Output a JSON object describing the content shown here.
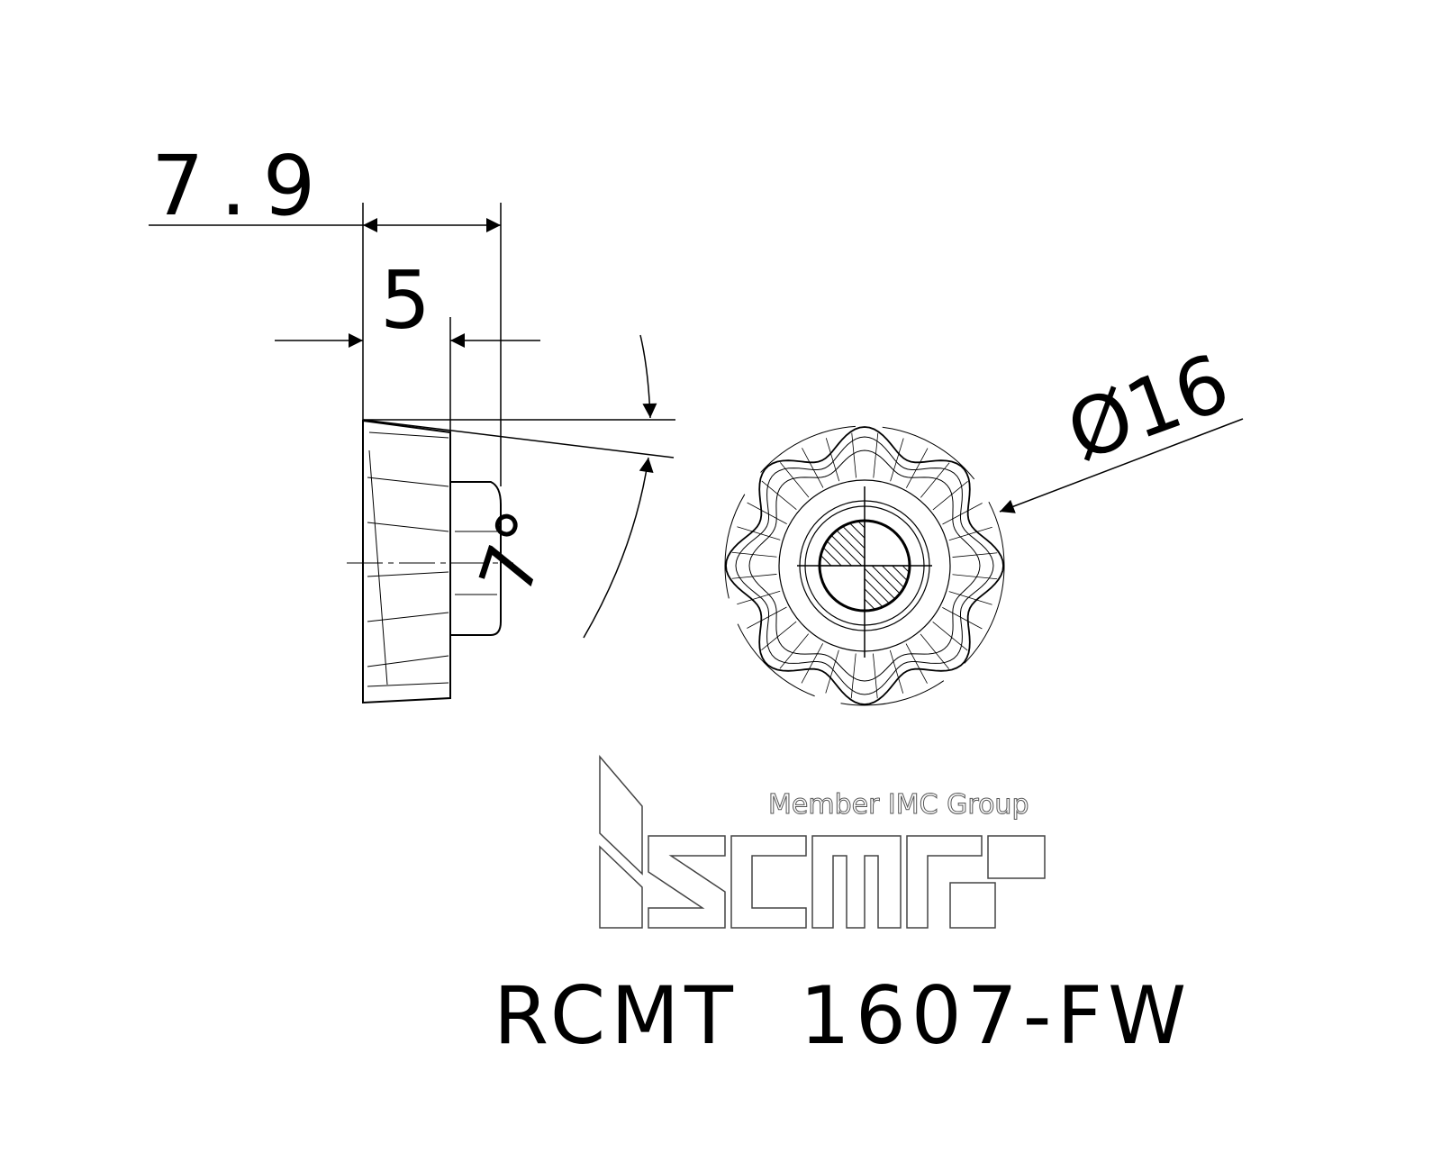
{
  "dimensions": {
    "overall_thickness": "7.9",
    "flat_thickness": "5",
    "clearance_angle": "7°",
    "diameter": "Ø16"
  },
  "logo": {
    "brand": "ISCAR",
    "tagline": "Member IMC Group"
  },
  "part_number": "RCMT  1607-FW",
  "colors": {
    "line": "#000000",
    "logo": "#555555"
  }
}
